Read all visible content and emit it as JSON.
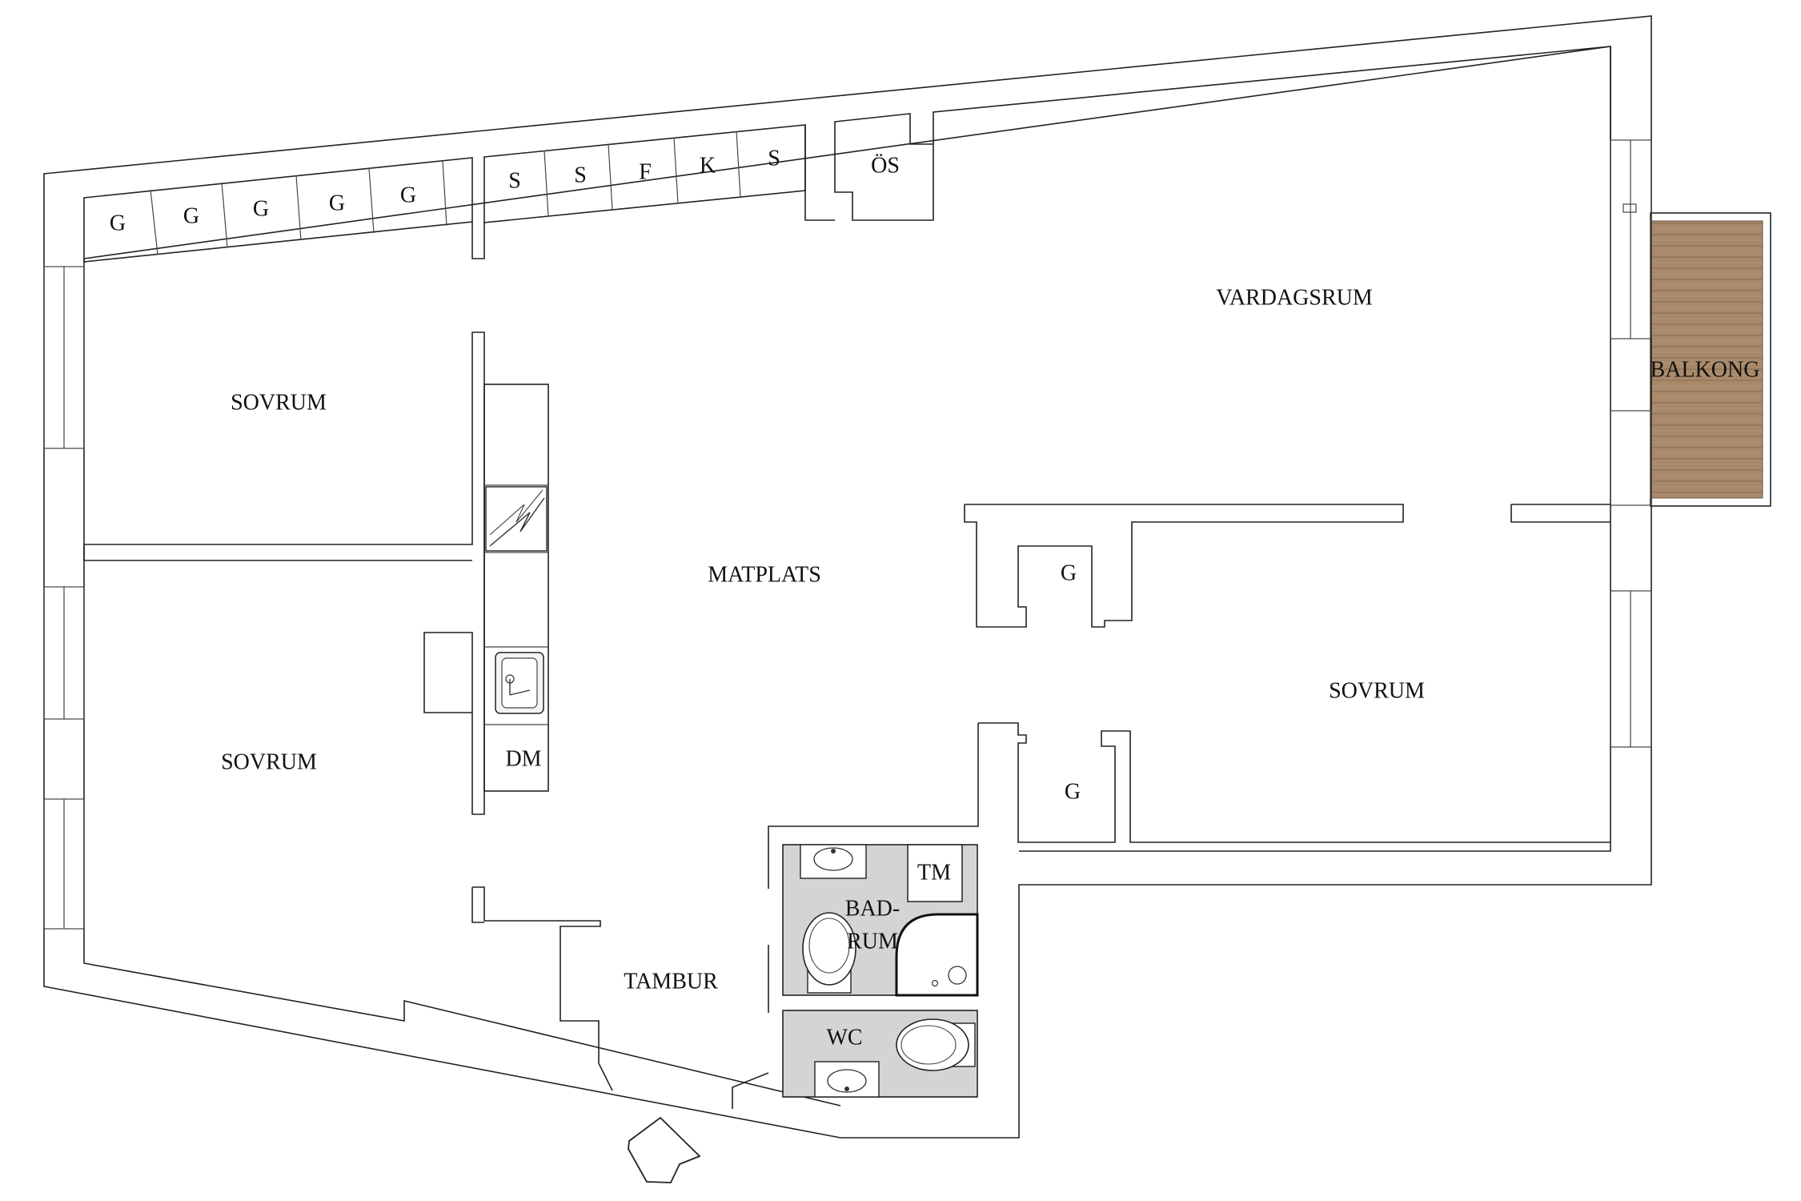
{
  "rooms": {
    "vardagsrum": "VARDAGSRUM",
    "balkong": "BALKONG",
    "sovrum_top_left": "SOVRUM",
    "sovrum_bottom_left": "SOVRUM",
    "sovrum_right": "SOVRUM",
    "matplats": "MATPLATS",
    "tambur": "TAMBUR",
    "badrum_line1": "BAD-",
    "badrum_line2": "RUM",
    "wc": "WC"
  },
  "storage_labels": {
    "top_closets": [
      "G",
      "G",
      "G",
      "G",
      "G",
      "S",
      "S",
      "F",
      "K",
      "S"
    ],
    "os": "ÖS",
    "closet_upper_mid": "G",
    "closet_lower_mid": "G",
    "dm": "DM",
    "tm": "TM"
  },
  "colors": {
    "wet_room_floor": "#d4d4d4",
    "balcony_wood": "#a88a6b"
  },
  "icons": {
    "entrance": "entrance-arrow-icon",
    "stove": "stove-icon",
    "sink": "kitchen-sink-icon",
    "washbasin": "washbasin-icon",
    "toilet": "toilet-icon",
    "shower": "shower-icon"
  }
}
